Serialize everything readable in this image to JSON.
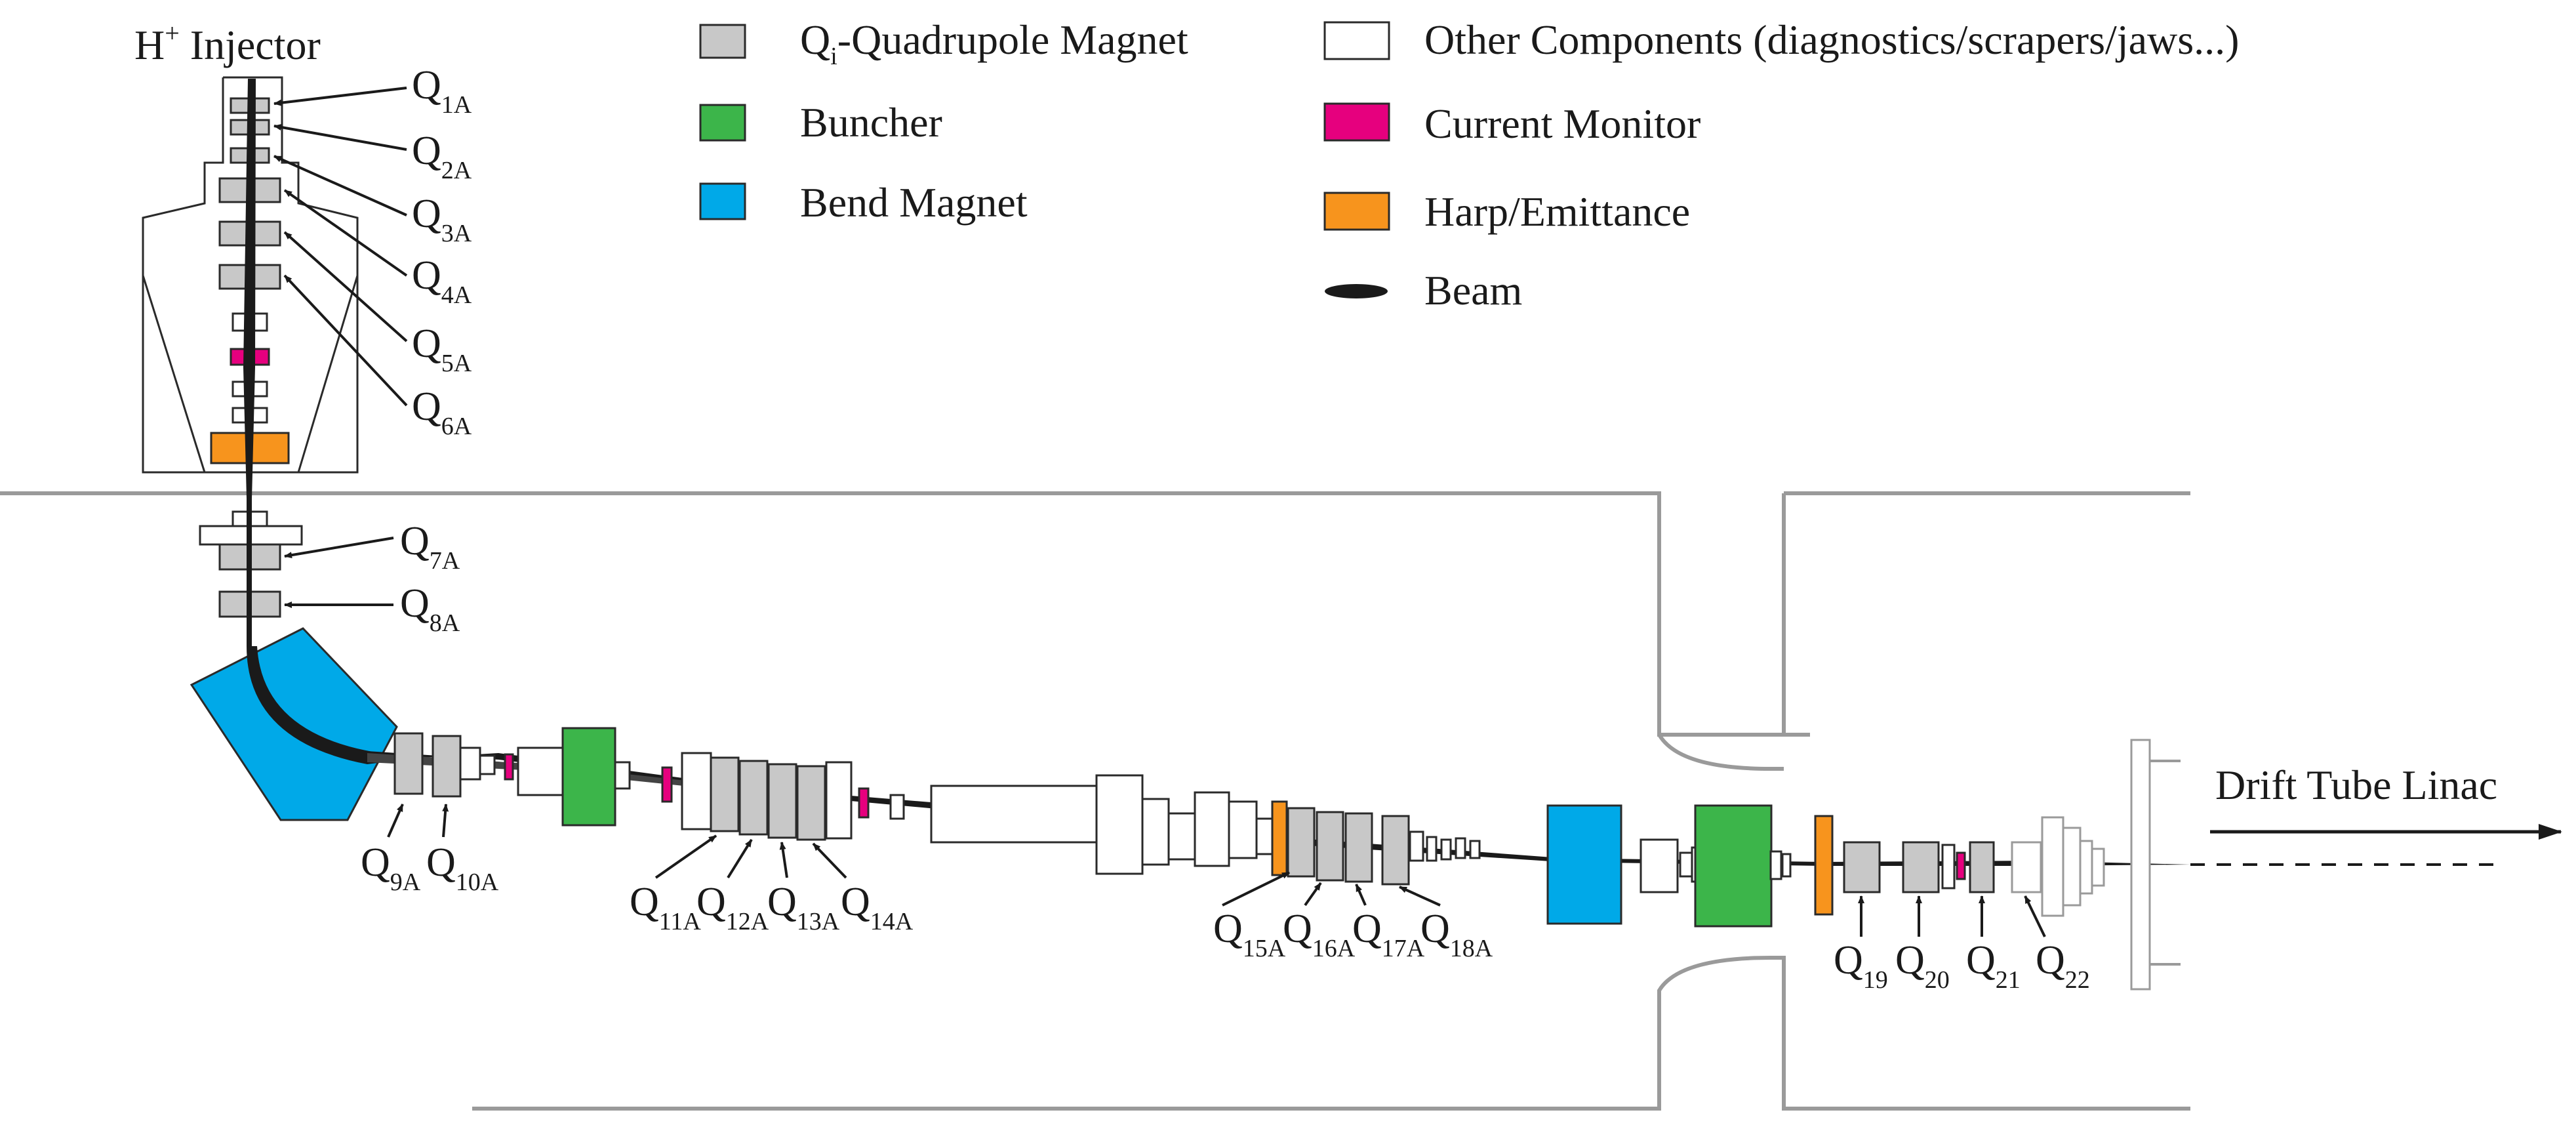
{
  "injector_label": {
    "main": "H",
    "sup": "+",
    "rest": " Injector"
  },
  "legend": {
    "quadrupole": {
      "prefix": "Q",
      "sub": "i",
      "rest": "-Quadrupole Magnet",
      "color": "#c8c8c8"
    },
    "buncher": {
      "label": "Buncher",
      "color": "#3cb54a"
    },
    "bend": {
      "label": "Bend Magnet",
      "color": "#00a9e8"
    },
    "other": {
      "label": "Other Components (diagnostics/scrapers/jaws...)",
      "color": "#ffffff"
    },
    "current_monitor": {
      "label": "Current Monitor",
      "color": "#e6007e"
    },
    "harp": {
      "label": "Harp/Emittance",
      "color": "#f7941d"
    },
    "beam": {
      "label": "Beam",
      "color": "#1a1a1a"
    }
  },
  "destination_label": "Drift Tube Linac",
  "quads": {
    "q1a": {
      "main": "Q",
      "sub": "1A"
    },
    "q2a": {
      "main": "Q",
      "sub": "2A"
    },
    "q3a": {
      "main": "Q",
      "sub": "3A"
    },
    "q4a": {
      "main": "Q",
      "sub": "4A"
    },
    "q5a": {
      "main": "Q",
      "sub": "5A"
    },
    "q6a": {
      "main": "Q",
      "sub": "6A"
    },
    "q7a": {
      "main": "Q",
      "sub": "7A"
    },
    "q8a": {
      "main": "Q",
      "sub": "8A"
    },
    "q9a": {
      "main": "Q",
      "sub": "9A"
    },
    "q10a": {
      "main": "Q",
      "sub": "10A"
    },
    "q11a": {
      "main": "Q",
      "sub": "11A"
    },
    "q12a": {
      "main": "Q",
      "sub": "12A"
    },
    "q13a": {
      "main": "Q",
      "sub": "13A"
    },
    "q14a": {
      "main": "Q",
      "sub": "14A"
    },
    "q15a": {
      "main": "Q",
      "sub": "15A"
    },
    "q16a": {
      "main": "Q",
      "sub": "16A"
    },
    "q17a": {
      "main": "Q",
      "sub": "17A"
    },
    "q18a": {
      "main": "Q",
      "sub": "18A"
    },
    "q19": {
      "main": "Q",
      "sub": "19"
    },
    "q20": {
      "main": "Q",
      "sub": "20"
    },
    "q21": {
      "main": "Q",
      "sub": "21"
    },
    "q22": {
      "main": "Q",
      "sub": "22"
    }
  }
}
